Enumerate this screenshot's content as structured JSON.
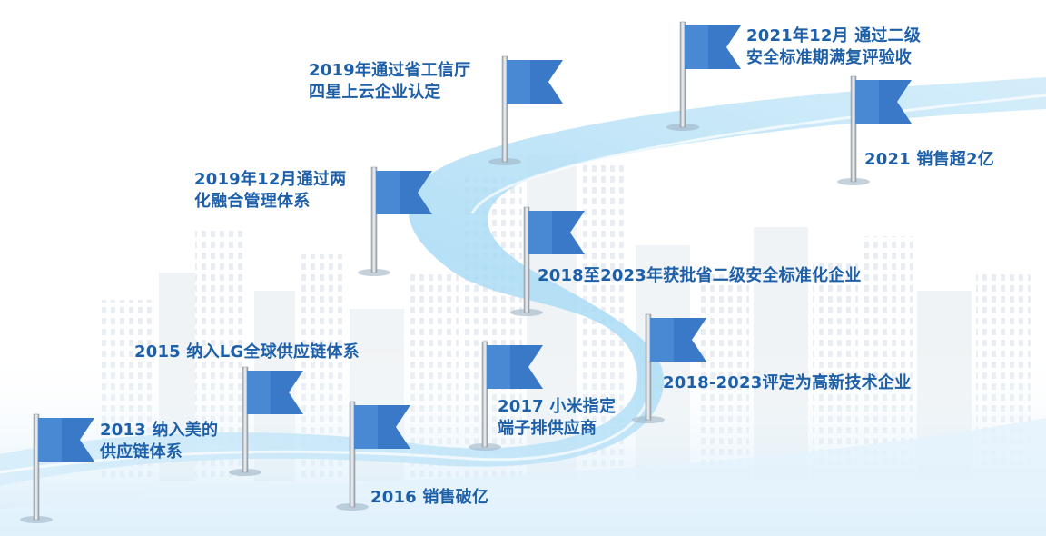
{
  "colors": {
    "label_text": "#1d5fa8",
    "flag_blue": "#3a78c8",
    "flag_light": "#6aa6e8",
    "path_light": "#bfe2f7",
    "path_mid": "#8fcdee",
    "building": "#dde4ea"
  },
  "icons": {
    "flag": "flag-icon"
  },
  "milestones": [
    {
      "id": "m2013",
      "lines": [
        "2013  纳入美的",
        "供应链体系"
      ]
    },
    {
      "id": "m2015",
      "lines": [
        "2015  纳入LG全球供应链体系"
      ]
    },
    {
      "id": "m2016",
      "lines": [
        "2016  销售破亿"
      ]
    },
    {
      "id": "m2017",
      "lines": [
        "2017  小米指定",
        "端子排供应商"
      ]
    },
    {
      "id": "m2018a",
      "lines": [
        "2018-2023评定为高新技术企业"
      ]
    },
    {
      "id": "m2018b",
      "lines": [
        "2018至2023年获批省二级安全标准化企业"
      ]
    },
    {
      "id": "m2019a",
      "lines": [
        "2019年12月通过两",
        "化融合管理体系"
      ]
    },
    {
      "id": "m2019b",
      "lines": [
        "2019年通过省工信厅",
        "四星上云企业认定"
      ]
    },
    {
      "id": "m2021a",
      "lines": [
        "2021年12月 通过二级",
        "安全标准期满复评验收"
      ]
    },
    {
      "id": "m2021b",
      "lines": [
        "2021  销售超2亿"
      ]
    }
  ]
}
